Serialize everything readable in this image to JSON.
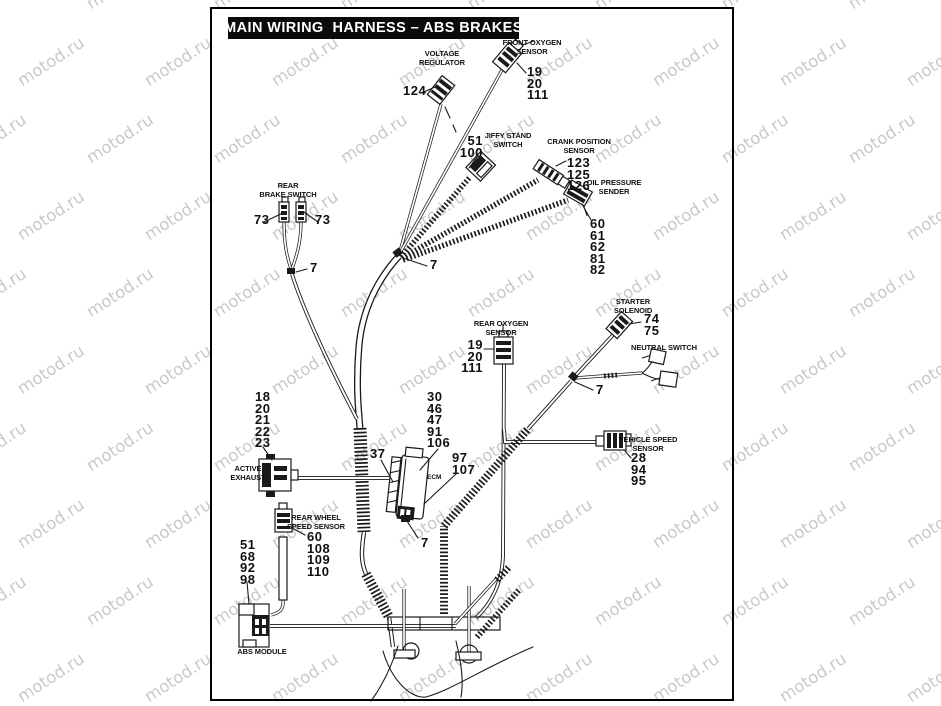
{
  "title": "MAIN WIRING  HARNESS – ABS BRAKES",
  "watermark": {
    "text": "motod.ru",
    "color": "#c9c9c9"
  },
  "colors": {
    "ink": "#1a1a1a",
    "title_bg": "#0a0a0a"
  },
  "components": {
    "voltage_regulator": {
      "label1": "VOLTAGE",
      "label2": "REGULATOR",
      "parts": [
        "124"
      ]
    },
    "front_oxygen_sensor": {
      "label1": "FRONT OXYGEN",
      "label2": "SENSOR",
      "parts": [
        "19",
        "20",
        "111"
      ]
    },
    "jiffy_stand_switch": {
      "label1": "JIFFY STAND",
      "label2": "SWITCH",
      "parts": [
        "51",
        "100"
      ]
    },
    "crank_position_sensor": {
      "label1": "CRANK POSITION",
      "label2": "SENSOR",
      "parts": [
        "123",
        "125",
        "126"
      ]
    },
    "oil_pressure_sender": {
      "label1": "OIL PRESSURE",
      "label2": "SENDER",
      "parts": [
        "60",
        "61",
        "62",
        "81",
        "82"
      ]
    },
    "rear_brake_switch": {
      "label1": "REAR",
      "label2": "BRAKE SWITCH",
      "parts_left": [
        "73"
      ],
      "parts_right": [
        "73"
      ],
      "clip": "7"
    },
    "starter_solenoid": {
      "label1": "STARTER",
      "label2": "SOLENOID",
      "parts": [
        "74",
        "75"
      ]
    },
    "neutral_switch": {
      "label": "NEUTRAL SWITCH",
      "clip": "7"
    },
    "rear_oxygen_sensor": {
      "label1": "REAR OXYGEN",
      "label2": "SENSOR",
      "parts": [
        "19",
        "20",
        "111"
      ]
    },
    "active_exhaust": {
      "label1": "ACTIVE",
      "label2": "EXHAUST",
      "parts": [
        "18",
        "20",
        "21",
        "22",
        "23"
      ]
    },
    "ecm": {
      "label": "ECM",
      "parts_top": [
        "30",
        "46",
        "47",
        "91",
        "106"
      ],
      "parts_left": [
        "37"
      ],
      "parts_right": [
        "97",
        "107"
      ],
      "clip": "7"
    },
    "vehicle_speed_sensor": {
      "label1": "VEHICLE SPEED",
      "label2": "SENSOR",
      "parts": [
        "28",
        "94",
        "95"
      ]
    },
    "rear_wheel_speed_sensor": {
      "label1": "REAR WHEEL",
      "label2": "SPEED SENSOR",
      "parts": [
        "60",
        "108",
        "109",
        "110"
      ]
    },
    "abs_module": {
      "label": "ABS MODULE",
      "parts": [
        "51",
        "68",
        "92",
        "98"
      ]
    },
    "harness": {
      "junction_clip": "7"
    }
  }
}
